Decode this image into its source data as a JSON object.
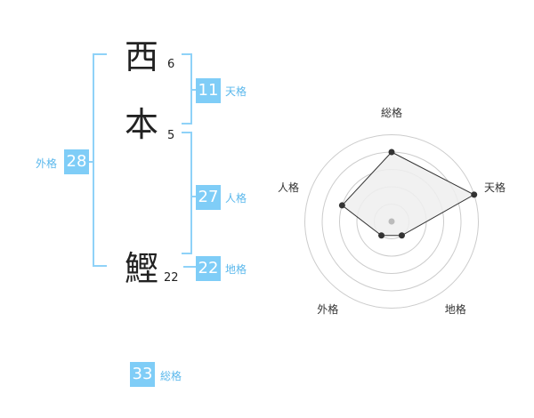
{
  "name": {
    "chars": [
      {
        "char": "西",
        "strokes": "6"
      },
      {
        "char": "本",
        "strokes": "5"
      },
      {
        "char": "鰹",
        "strokes": "22"
      }
    ]
  },
  "fortune": {
    "tenkaku": {
      "value": "11",
      "label": "天格"
    },
    "jinkaku": {
      "value": "27",
      "label": "人格"
    },
    "chikaku": {
      "value": "22",
      "label": "地格"
    },
    "gaikaku": {
      "value": "28",
      "label": "外格"
    },
    "soukaku": {
      "value": "33",
      "label": "総格"
    }
  },
  "radar": {
    "axes": [
      "総格",
      "天格",
      "地格",
      "外格",
      "人格"
    ],
    "levels": 5,
    "scores": [
      4,
      5,
      1,
      1,
      3
    ],
    "colors": {
      "ring": "#cccccc",
      "fill": "#eeeeee",
      "line": "#333333",
      "center": "#bbbbbb"
    }
  }
}
